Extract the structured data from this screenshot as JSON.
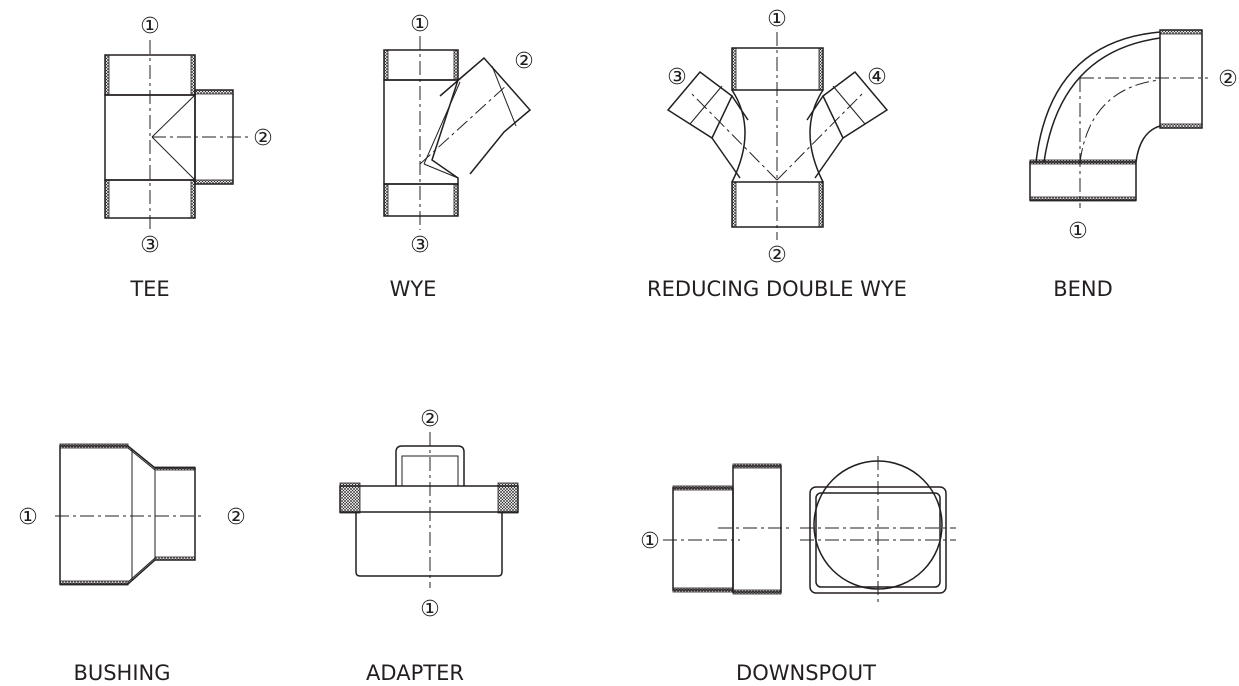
{
  "fittings": [
    {
      "name": "TEE",
      "ports": [
        "①",
        "②",
        "③"
      ]
    },
    {
      "name": "WYE",
      "ports": [
        "①",
        "②",
        "③"
      ]
    },
    {
      "name": "REDUCING DOUBLE WYE",
      "ports": [
        "①",
        "②",
        "③",
        "④"
      ]
    },
    {
      "name": "BEND",
      "ports": [
        "①",
        "②"
      ]
    },
    {
      "name": "BUSHING",
      "ports": [
        "①",
        "②"
      ]
    },
    {
      "name": "ADAPTER",
      "ports": [
        "①",
        "②"
      ]
    },
    {
      "name": "DOWNSPOUT",
      "ports": [
        "①"
      ]
    }
  ]
}
